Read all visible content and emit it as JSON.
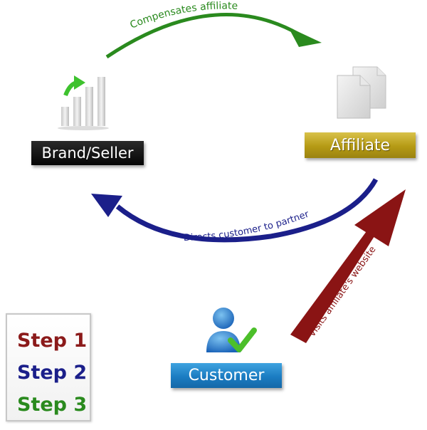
{
  "nodes": {
    "brand": {
      "label": "Brand/Seller",
      "icon": "bar-chart-growth-icon"
    },
    "affiliate": {
      "label": "Affiliate",
      "icon": "documents-icon"
    },
    "customer": {
      "label": "Customer",
      "icon": "user-check-icon"
    }
  },
  "edges": {
    "compensates": {
      "label": "Compensates affiliate",
      "color": "#2a8a1e"
    },
    "directs": {
      "label": "Directs customer to partner",
      "color": "#1b1f8a"
    },
    "visits": {
      "label": "Visits affiliate's website",
      "color": "#8a1414"
    }
  },
  "legend": {
    "items": [
      {
        "label": "Step 1",
        "color": "#8b1a1a"
      },
      {
        "label": "Step 2",
        "color": "#1b1f8a"
      },
      {
        "label": "Step 3",
        "color": "#2a8a1e"
      }
    ]
  }
}
